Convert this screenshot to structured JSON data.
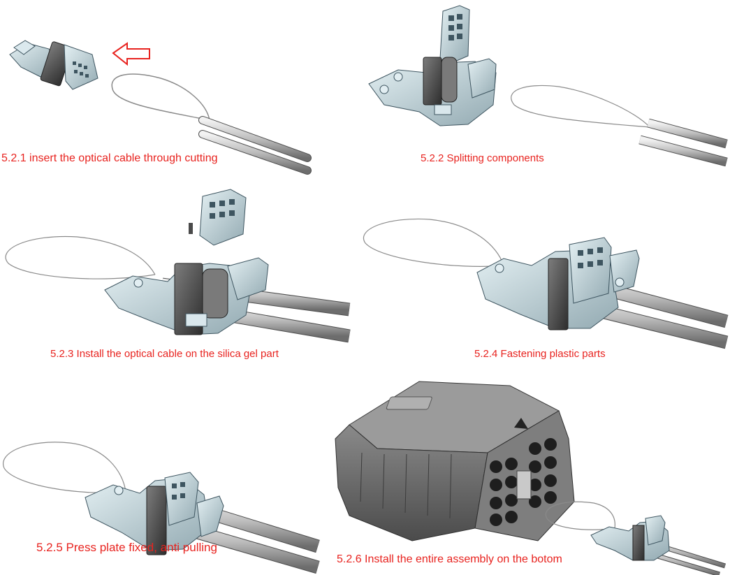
{
  "steps": [
    {
      "caption": "5.2.1 insert the optical cable through cutting"
    },
    {
      "caption": "5.2.2 Splitting components"
    },
    {
      "caption": "5.2.3 Install the optical cable on the silica gel part"
    },
    {
      "caption": "5.2.4 Fastening plastic parts"
    },
    {
      "caption": "5.2.5 Press plate fixed, anti pulling"
    },
    {
      "caption": "5.2.6 Install the entire assembly on the botom"
    }
  ],
  "colors": {
    "caption": "#e8231f",
    "arrow": "#e8231f",
    "part": "#c9dde3",
    "dark": "#4a4a4a",
    "cable": "#d9d9d9"
  },
  "icons": [
    "insert-direction-arrow-icon",
    "fiber-loop",
    "optical-cable",
    "cable-clamp",
    "closure-box"
  ]
}
